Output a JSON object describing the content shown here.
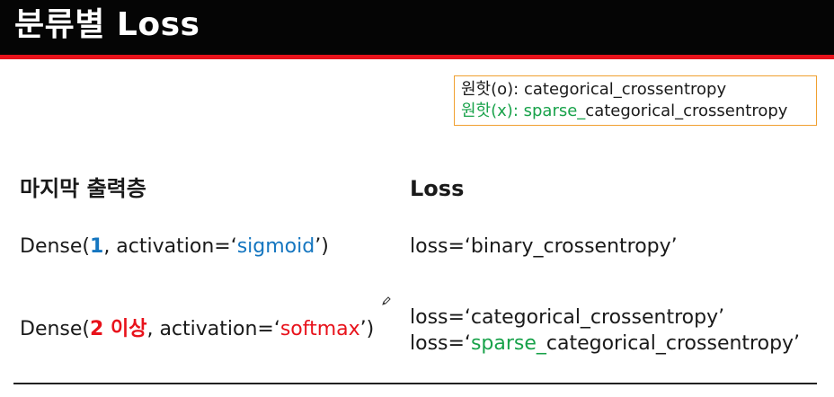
{
  "header": {
    "title": "분류별 Loss"
  },
  "note": {
    "line1": "원핫(o): categorical_crossentropy",
    "line2_prefix": "원핫(x): ",
    "line2_sparse": "sparse_",
    "line2_rest": "categorical_crossentropy"
  },
  "columns": {
    "left_header": "마지막 출력층",
    "right_header": "Loss"
  },
  "rows": [
    {
      "layer_prefix": "Dense(",
      "layer_units": "1",
      "layer_mid": ", activation=‘",
      "layer_activation": "sigmoid",
      "layer_suffix": "’)",
      "loss_line1": "loss=‘binary_crossentropy’"
    },
    {
      "layer_prefix": "Dense(",
      "layer_units": "2 이상",
      "layer_mid": ", activation=‘",
      "layer_activation": "softmax",
      "layer_suffix": "’)",
      "loss_line1": "loss=‘categorical_crossentropy’",
      "loss_line2_prefix": "loss=‘",
      "loss_line2_sparse": "sparse_",
      "loss_line2_rest": "categorical_crossentropy’"
    }
  ],
  "colors": {
    "header_bg": "#050505",
    "header_accent": "#e8121b",
    "note_border": "#f0a030",
    "green": "#18a24a",
    "blue": "#1576c0",
    "red": "#e8121b"
  },
  "icons": {
    "cursor": "pen-cursor-icon"
  }
}
